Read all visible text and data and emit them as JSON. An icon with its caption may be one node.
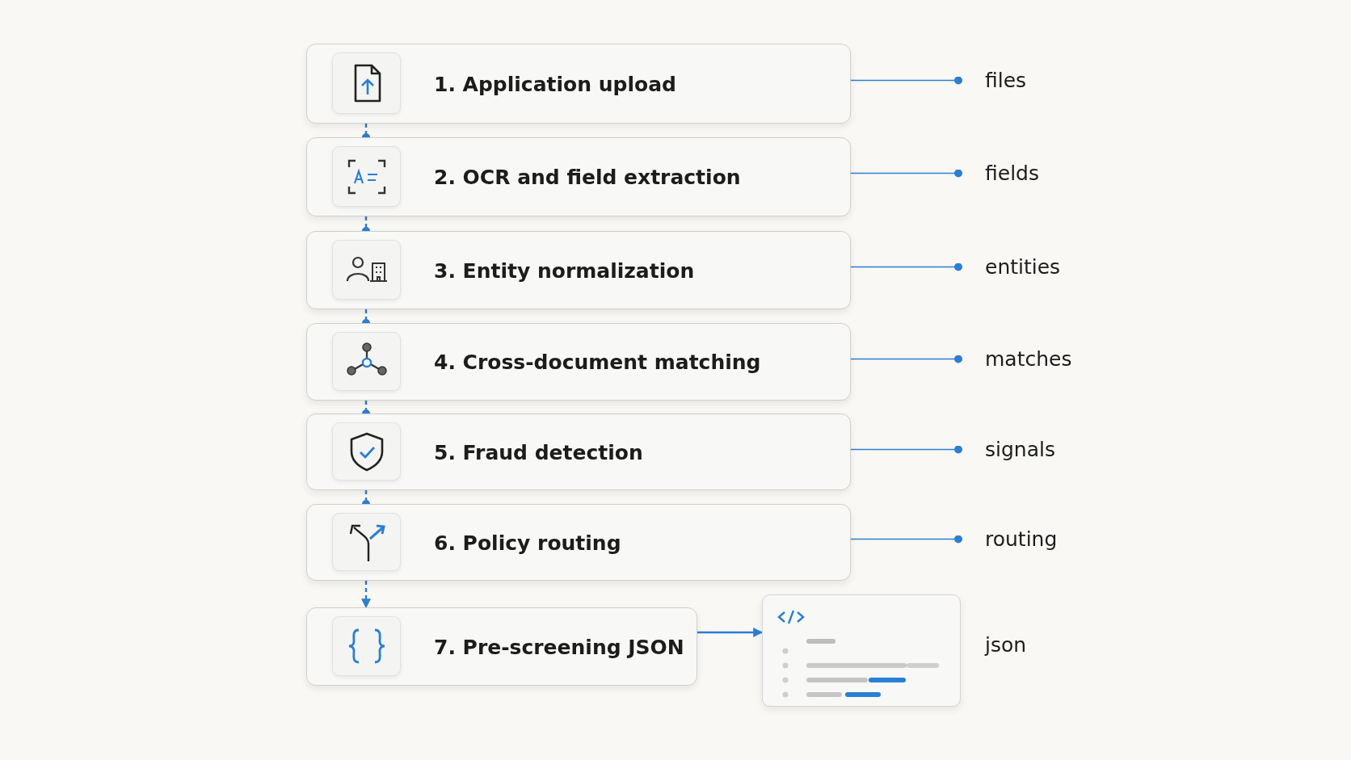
{
  "diagram": {
    "nodes": [
      {
        "text": [
          "1. Application upload"
        ]
      },
      {
        "text": [
          "2. OCR and field extraction"
        ]
      },
      {
        "text": [
          "3. Entity normalization"
        ]
      },
      {
        "text": [
          "4. Cross-document matching"
        ]
      },
      {
        "text": [
          "5. Fraud detection"
        ]
      },
      {
        "text": [
          "6. Policy routing"
        ]
      },
      {
        "text": [
          "7. Pre-screening JSON"
        ]
      },
      {
        "text": [
          "files"
        ]
      },
      {
        "text": [
          "fields"
        ]
      },
      {
        "text": [
          "entities"
        ]
      },
      {
        "text": [
          "matches"
        ]
      },
      {
        "text": [
          "signals"
        ]
      },
      {
        "text": [
          "routing"
        ]
      },
      {
        "text": [],
        "shape": "box",
        "beside": [
          "json"
        ]
      }
    ],
    "edges": [
      {
        "from": 0,
        "to": 1,
        "arrow": "other",
        "style": "dashed"
      },
      {
        "from": 1,
        "to": 2,
        "arrow": "other",
        "style": "dashed"
      },
      {
        "from": 2,
        "to": 3,
        "arrow": "other",
        "style": "dashed"
      },
      {
        "from": 3,
        "to": 4,
        "arrow": "other",
        "style": "dashed"
      },
      {
        "from": 4,
        "to": 5,
        "arrow": "other",
        "style": "dashed"
      },
      {
        "from": 5,
        "to": 6,
        "arrow": "to",
        "style": "dashed"
      },
      {
        "from": 0,
        "to": 7,
        "arrow": "other"
      },
      {
        "from": 1,
        "to": 8,
        "arrow": "other"
      },
      {
        "from": 2,
        "to": 9,
        "arrow": "other"
      },
      {
        "from": 3,
        "to": 10,
        "arrow": "other"
      },
      {
        "from": 4,
        "to": 11,
        "arrow": "other"
      },
      {
        "from": 5,
        "to": 12,
        "arrow": "other"
      },
      {
        "from": 6,
        "to": 13,
        "arrow": "to"
      }
    ]
  }
}
